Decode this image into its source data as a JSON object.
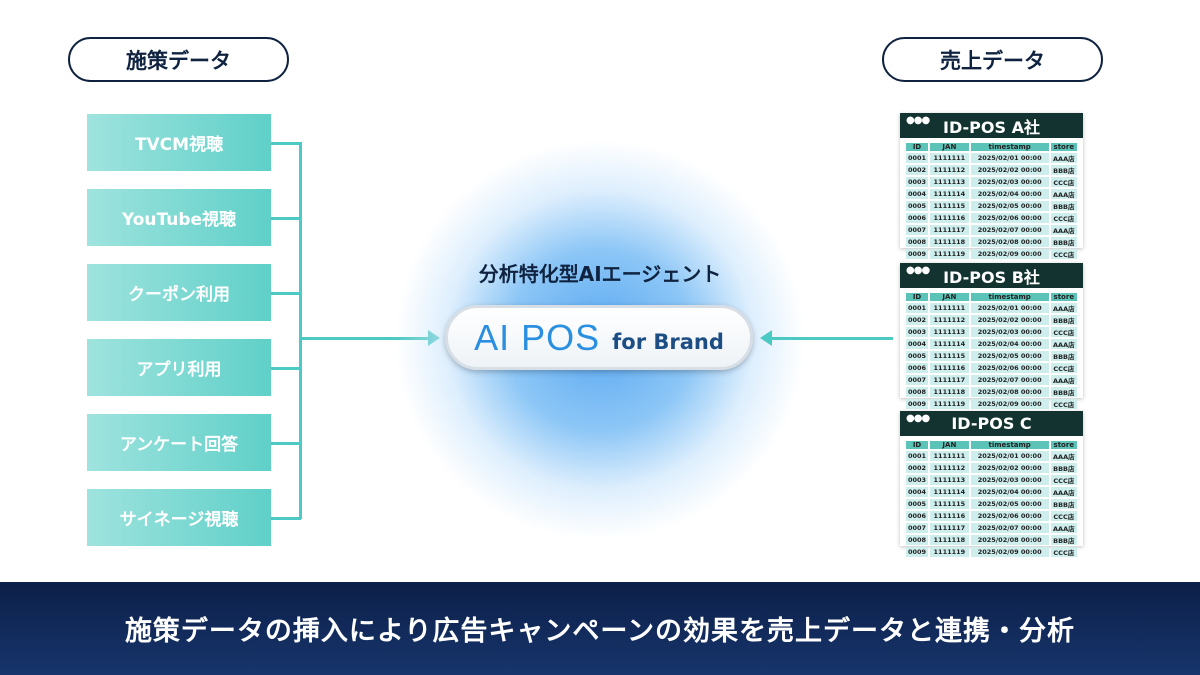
{
  "left_header": "施策データ",
  "right_header": "売上データ",
  "measures": [
    "TVCM視聴",
    "YouTube視聴",
    "クーポン利用",
    "アプリ利用",
    "アンケート回答",
    "サイネージ視聴"
  ],
  "agent_subtitle": "分析特化型AIエージェント",
  "logo": {
    "main": "AI POS",
    "sub": "for Brand"
  },
  "tables": [
    {
      "title": "ID-POS A社"
    },
    {
      "title": "ID-POS B社"
    },
    {
      "title": "ID-POS C"
    }
  ],
  "columns": [
    "ID",
    "JAN",
    "timestamp",
    "store"
  ],
  "rows": [
    [
      "0001",
      "1111111",
      "2025/02/01 00:00",
      "AAA店"
    ],
    [
      "0002",
      "1111112",
      "2025/02/02 00:00",
      "BBB店"
    ],
    [
      "0003",
      "1111113",
      "2025/02/03 00:00",
      "CCC店"
    ],
    [
      "0004",
      "1111114",
      "2025/02/04 00:00",
      "AAA店"
    ],
    [
      "0005",
      "1111115",
      "2025/02/05 00:00",
      "BBB店"
    ],
    [
      "0006",
      "1111116",
      "2025/02/06 00:00",
      "CCC店"
    ],
    [
      "0007",
      "1111117",
      "2025/02/07 00:00",
      "AAA店"
    ],
    [
      "0008",
      "1111118",
      "2025/02/08 00:00",
      "BBB店"
    ],
    [
      "0009",
      "1111119",
      "2025/02/09 00:00",
      "CCC店"
    ]
  ],
  "footer": "施策データの挿入により広告キャンペーンの効果を売上データと連携・分析"
}
